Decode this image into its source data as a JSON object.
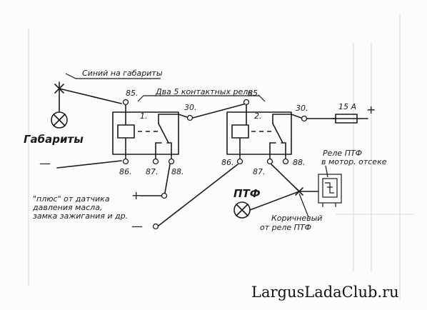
{
  "labels": {
    "blue_wire": "Синий на габариты",
    "relay_title": "Два 5 контактных реле",
    "gabarity": "Габариты",
    "ptf": "ПТФ",
    "relay_ptf_line1": "Реле ПТФ",
    "relay_ptf_line2": "в мотор. отсеке",
    "plus_line1": "\"плюс\" от датчика",
    "plus_line2": "давления масла,",
    "plus_line3": "замка зажигания и др.",
    "brown_line1": "Коричневый",
    "brown_line2": "от реле ПТФ",
    "fuse": "15 А",
    "relay1_num": "1.",
    "relay2_num": "2."
  },
  "pins": {
    "r1_85": "85.",
    "r1_30": "30.",
    "r1_86": "86.",
    "r1_87": "87.",
    "r1_88": "88.",
    "r2_85": "85.",
    "r2_30": "30.",
    "r2_86": "86.",
    "r2_87": "87.",
    "r2_88": "88."
  },
  "signs": {
    "plus": "+",
    "minus": "—"
  },
  "watermark": "LargusLadaClub.ru"
}
